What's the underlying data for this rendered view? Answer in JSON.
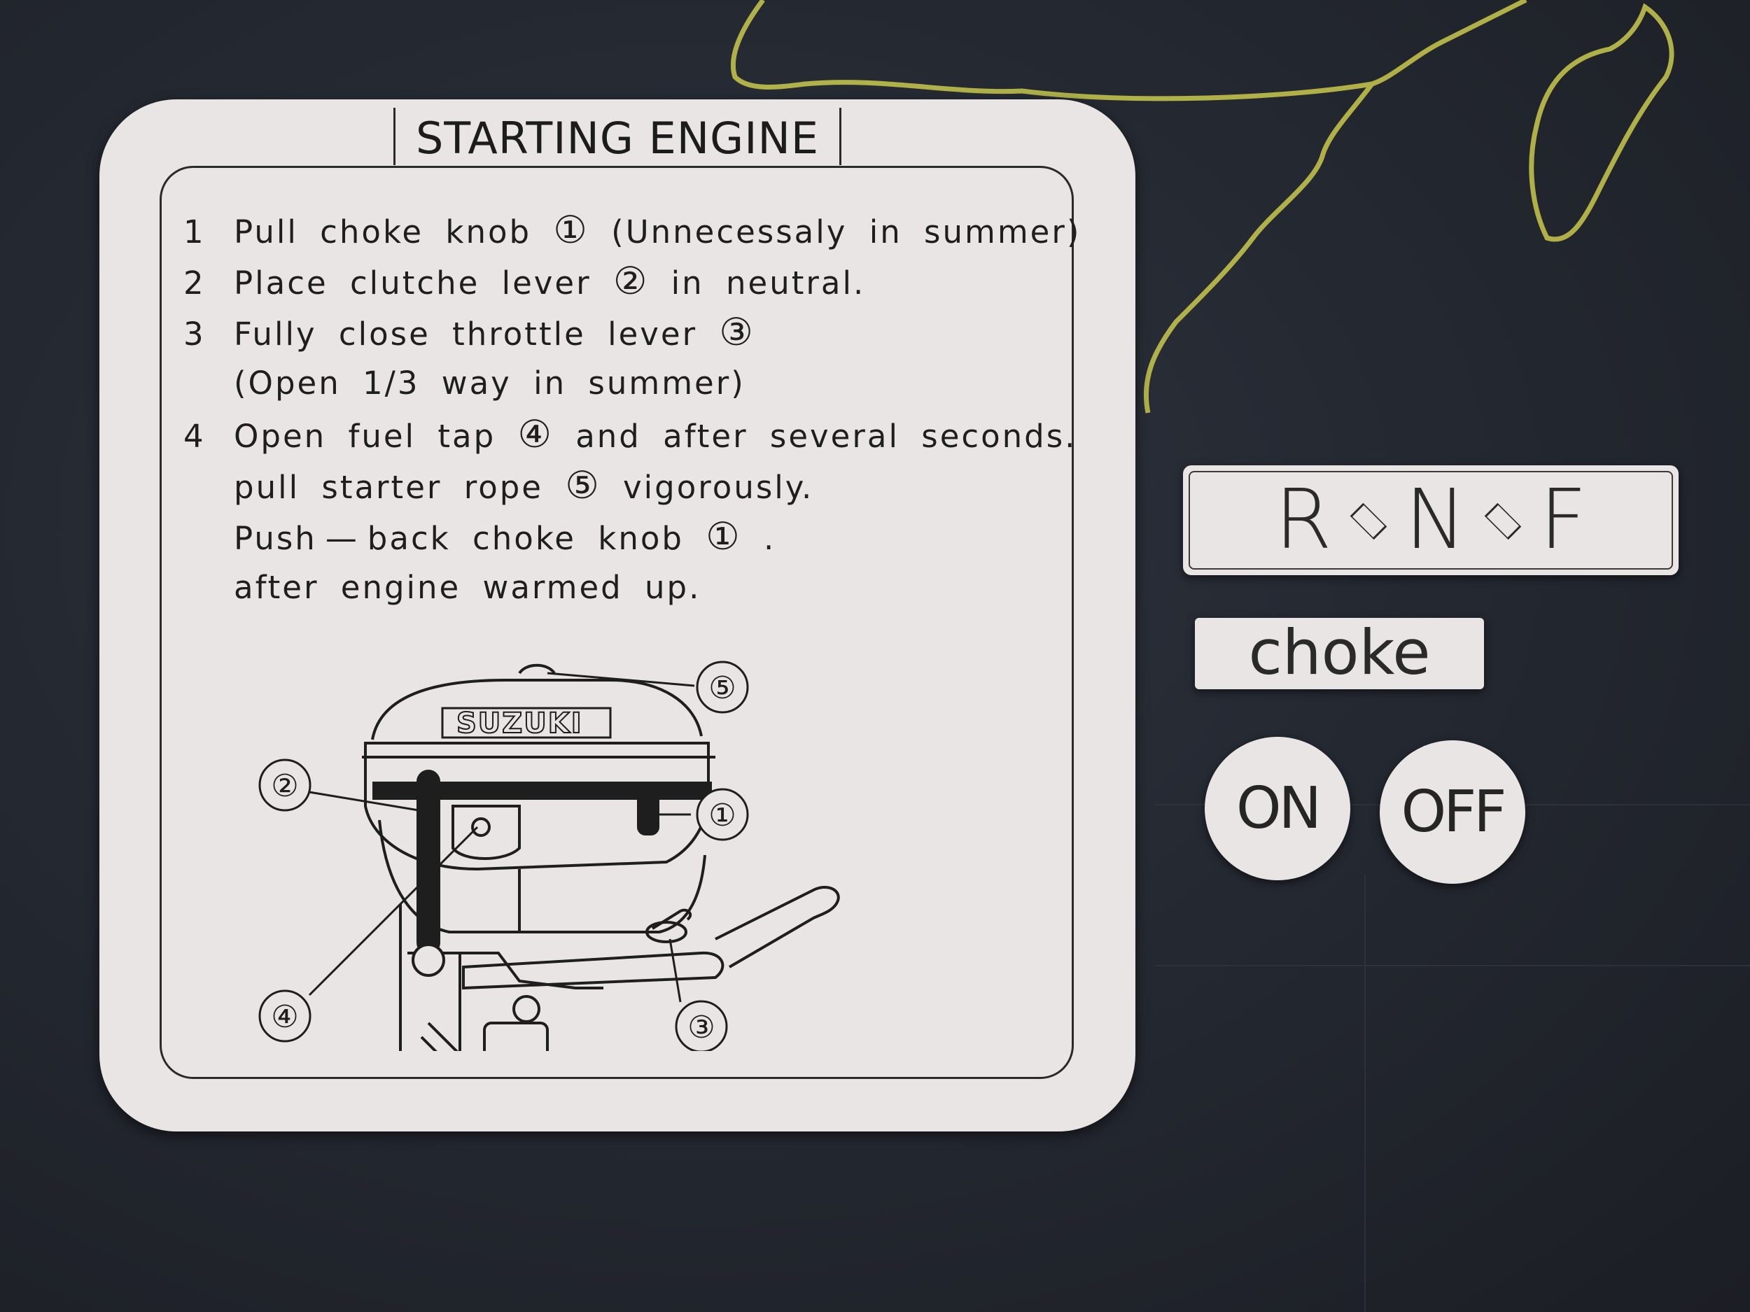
{
  "placard": {
    "title": "STARTING ENGINE",
    "steps": [
      {
        "num": "1",
        "text": "Pull choke knob",
        "mark": "①",
        "after": "(Unnecessaly in summer)"
      },
      {
        "num": "2",
        "text": "Place clutche lever",
        "mark": "②",
        "after": "in neutral."
      },
      {
        "num": "3",
        "text": "Fully close throttle lever",
        "mark": "③",
        "after": ""
      },
      {
        "num": "",
        "text": "(Open 1/3 way in summer)",
        "mark": "",
        "after": ""
      },
      {
        "num": "4",
        "text": "Open fuel tap",
        "mark": "④",
        "after": "and after several seconds."
      },
      {
        "num": "",
        "text": "pull starter rope",
        "mark": "⑤",
        "after": "vigorously."
      },
      {
        "num": "",
        "text": "Push — back choke knob",
        "mark": "①",
        "after": "."
      },
      {
        "num": "",
        "text": "after engine warmed up.",
        "mark": "",
        "after": ""
      }
    ],
    "diagram": {
      "brand": "SUZUKI",
      "callouts": [
        "①",
        "②",
        "③",
        "④",
        "⑤"
      ]
    }
  },
  "plates": {
    "gear": {
      "r": "R",
      "n": "N",
      "f": "F"
    },
    "choke": "choke",
    "on": "ON",
    "off": "OFF"
  },
  "colors": {
    "background": "#23272f",
    "decal": "#e9e5e4",
    "ink": "#1e1e1e",
    "map_outline": "#c8c84a"
  }
}
